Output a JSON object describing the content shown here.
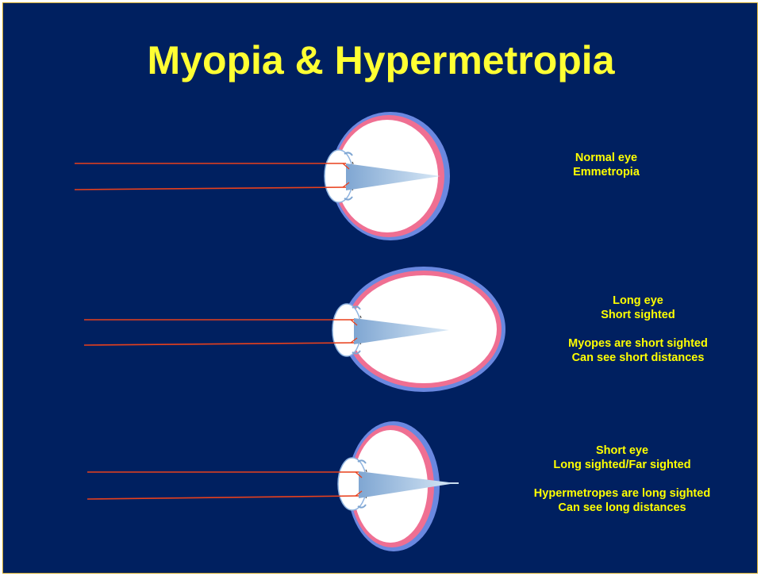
{
  "slide": {
    "title": "Myopia & Hypermetropia",
    "colors": {
      "background": "#002060",
      "title": "#ffff33",
      "caption": "#ffff00",
      "light_ray": "#e8401c",
      "eye_wall": "#ee6688",
      "eye_outer": "#5f7fe0",
      "eye_inner": "#ffffff",
      "focus_cone": "#a8c6e4"
    },
    "eyes": [
      {
        "name": "normal",
        "caption": [
          "Normal eye",
          "Emmetropia"
        ]
      },
      {
        "name": "long",
        "caption": [
          "Long eye",
          "Short sighted"
        ],
        "note": [
          "Myopes   are short sighted",
          "Can see short distances"
        ]
      },
      {
        "name": "short",
        "caption": [
          "Short eye",
          "Long sighted/Far sighted"
        ],
        "note": [
          "Hypermetropes  are long sighted",
          "Can see long distances"
        ]
      }
    ]
  }
}
